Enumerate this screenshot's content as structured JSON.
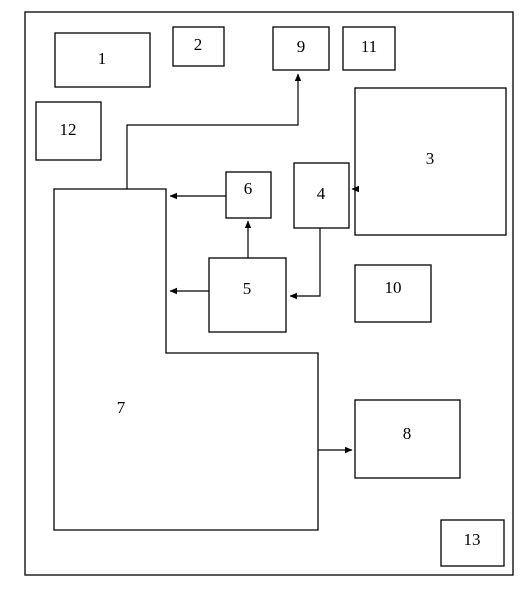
{
  "diagram": {
    "blocks": [
      {
        "id": "b1",
        "label": "1"
      },
      {
        "id": "b2",
        "label": "2"
      },
      {
        "id": "b9",
        "label": "9"
      },
      {
        "id": "b11",
        "label": "11"
      },
      {
        "id": "b12",
        "label": "12"
      },
      {
        "id": "b3",
        "label": "3"
      },
      {
        "id": "b6",
        "label": "6"
      },
      {
        "id": "b4",
        "label": "4"
      },
      {
        "id": "b5",
        "label": "5"
      },
      {
        "id": "b10",
        "label": "10"
      },
      {
        "id": "b7",
        "label": "7"
      },
      {
        "id": "b8",
        "label": "8"
      },
      {
        "id": "b13",
        "label": "13"
      }
    ],
    "connections": [
      {
        "from": "7",
        "to": "9"
      },
      {
        "from": "3",
        "to": "4"
      },
      {
        "from": "6",
        "to": "7"
      },
      {
        "from": "5",
        "to": "6"
      },
      {
        "from": "4",
        "to": "5"
      },
      {
        "from": "5",
        "to": "7"
      },
      {
        "from": "7",
        "to": "8"
      }
    ],
    "colors": {
      "stroke": "#000000",
      "fill": "#ffffff"
    }
  }
}
